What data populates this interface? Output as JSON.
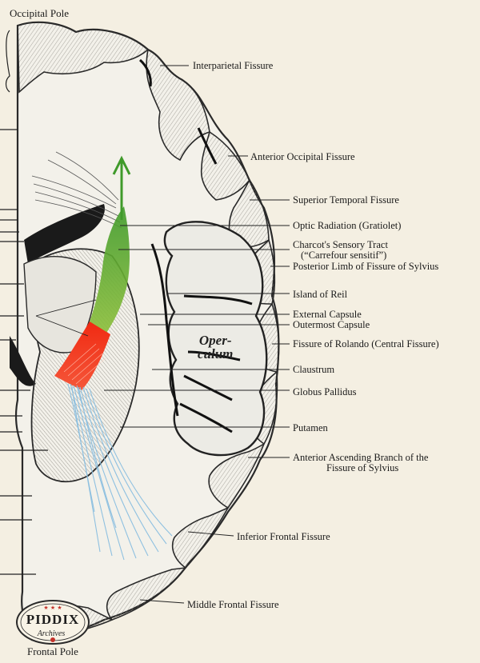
{
  "poles": {
    "occipital": "Occipital Pole",
    "frontal": "Frontal Pole"
  },
  "labels": {
    "interparietal": "Interparietal Fissure",
    "anterior_occipital": "Anterior Occipital Fissure",
    "superior_temporal": "Superior Temporal Fissure",
    "optic_radiation": "Optic Radiation (Gratiolet)",
    "charcot_line1": "Charcot's Sensory Tract",
    "charcot_line2": "(“Carrefour sensitif”)",
    "posterior_limb": "Posterior Limb of Fissure of Sylvius",
    "island_reil": "Island of Reil",
    "external_capsule": "External Capsule",
    "outermost_capsule": "Outermost Capsule",
    "rolando": "Fissure of Rolando (Central Fissure)",
    "claustrum": "Claustrum",
    "globus_pallidus": "Globus Pallidus",
    "putamen": "Putamen",
    "anterior_ascending_line1": "Anterior Ascending Branch of the",
    "anterior_ascending_line2": "Fissure of Sylvius",
    "inferior_frontal": "Inferior Frontal Fissure",
    "middle_frontal": "Middle Frontal Fissure"
  },
  "operculum": {
    "line1": "Oper-",
    "line2": "culum"
  },
  "logo": {
    "name": "PIDDIX",
    "sub": "Archives"
  },
  "colors": {
    "paper": "#f4efe2",
    "tract_green": "#5aa532",
    "tract_red": "#ee2a18",
    "fibers_blue": "#8ec0e0",
    "ink": "#1c1c1c"
  }
}
